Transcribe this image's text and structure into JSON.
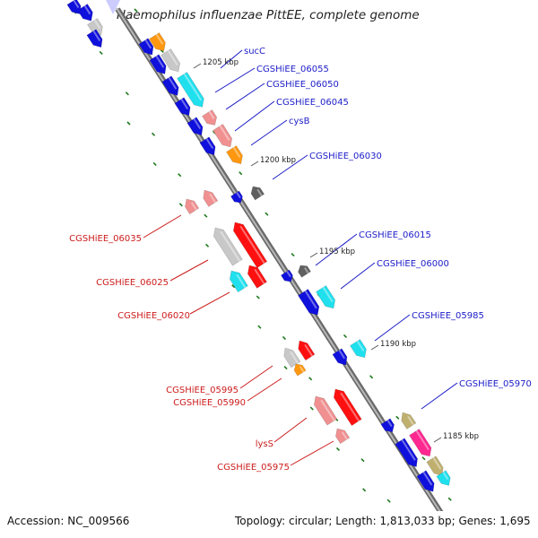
{
  "header": {
    "title": "Haemophilus influenzae PittEE, complete genome"
  },
  "footer": {
    "accession": "Accession: NC_009566",
    "topology": "Topology: circular; Length: 1,813,033 bp; Genes: 1,695"
  },
  "colors": {
    "backbone": "#8c8c8c",
    "forward_label": "#1c1cc8",
    "reverse_label": "#cc1c1c",
    "tick_mark": "#1e7a1e"
  },
  "ticks": [
    {
      "label": "1205 kbp"
    },
    {
      "label": "1200 kbp"
    },
    {
      "label": "1195 kbp"
    },
    {
      "label": "1190 kbp"
    },
    {
      "label": "1185 kbp"
    }
  ],
  "forward_labels": [
    {
      "label": "sucC"
    },
    {
      "label": "CGSHiEE_06055"
    },
    {
      "label": "CGSHiEE_06050"
    },
    {
      "label": "CGSHiEE_06045"
    },
    {
      "label": "cysB"
    },
    {
      "label": "CGSHiEE_06030"
    },
    {
      "label": "CGSHiEE_06015"
    },
    {
      "label": "CGSHiEE_06000"
    },
    {
      "label": "CGSHiEE_05985"
    },
    {
      "label": "CGSHiEE_05970"
    }
  ],
  "reverse_labels": [
    {
      "label": "CGSHiEE_06035"
    },
    {
      "label": "CGSHiEE_06025"
    },
    {
      "label": "CGSHiEE_06020"
    },
    {
      "label": "CGSHiEE_05995"
    },
    {
      "label": "CGSHiEE_05990"
    },
    {
      "label": "lysS"
    },
    {
      "label": "CGSHiEE_05975"
    }
  ]
}
